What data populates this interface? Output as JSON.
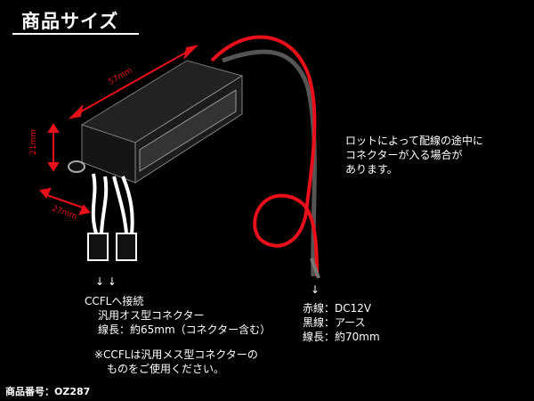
{
  "title": "商品サイズ",
  "dimensions": {
    "length": "57mm",
    "height": "21mm",
    "width": "27mm"
  },
  "connector_note": {
    "line1": "ロットによって配線の途中に",
    "line2": "コネクターが入る場合が",
    "line3": "あります。"
  },
  "left_label": {
    "arrows": "↓  ↓",
    "line1": "CCFLへ接続",
    "line2": "汎用オス型コネクター",
    "line3": "線長：約65mm（コネクター含む）"
  },
  "right_label": {
    "arrow": "↓",
    "line1": "赤線：DC12V",
    "line2": "黒線：アース",
    "line3": "線長：約70mm"
  },
  "footnote": {
    "line1": "※CCFLは汎用メス型コネクターの",
    "line2": "ものをご使用ください。"
  },
  "product_number": "商品番号：OZ287",
  "colors": {
    "background": "#000000",
    "red_wire": "#e8101a",
    "dimension_arrow": "#e8101a"
  }
}
